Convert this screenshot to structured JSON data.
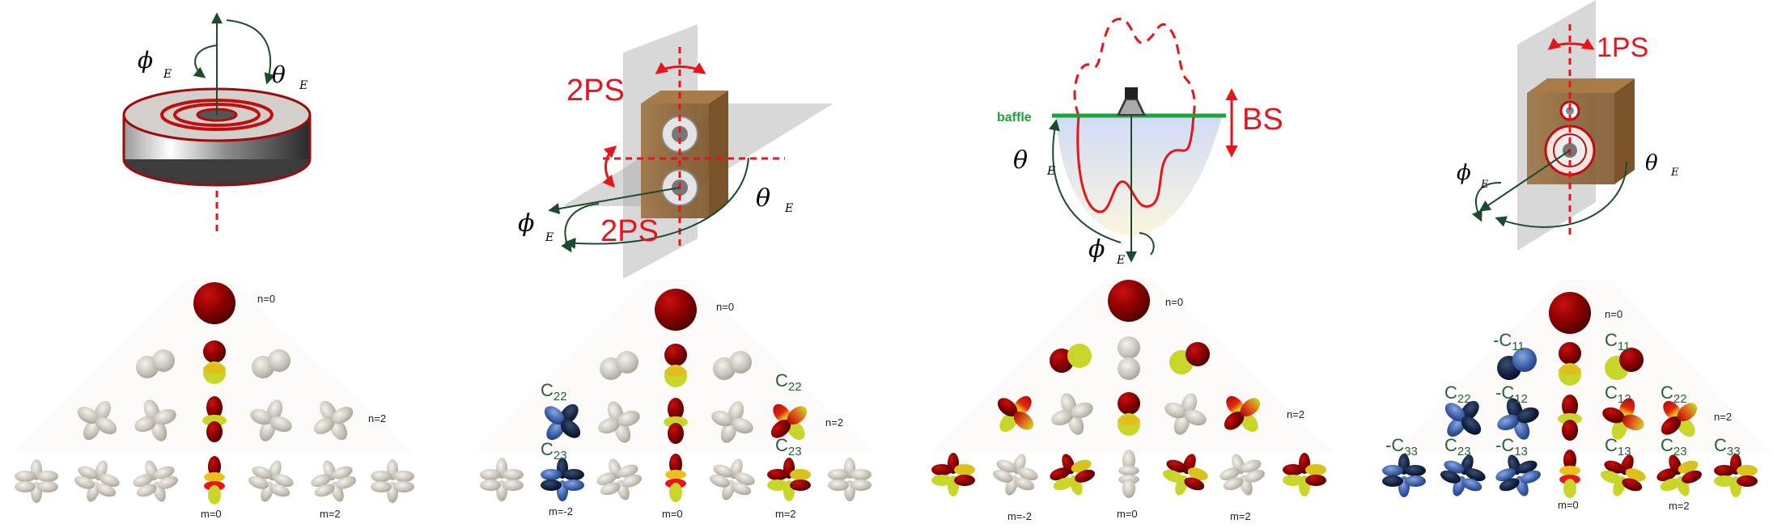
{
  "labels": {
    "phi": "ϕ",
    "theta": "θ",
    "sub_e": "E",
    "two_ps": "2PS",
    "one_ps": "1PS",
    "bs": "BS",
    "baffle": "baffle"
  },
  "pyramid": {
    "n0": "n=0",
    "n2": "n=2",
    "m0": "m=0",
    "m2": "m=2",
    "m_neg2": "m=-2"
  },
  "coeffs": {
    "c11": "C11",
    "neg_c11": "-C11",
    "c12": "C12",
    "neg_c12": "-C12",
    "c13": "C13",
    "neg_c13": "-C13",
    "c22": "C22",
    "c23": "C23",
    "c33": "C33",
    "neg_c33": "-C33"
  },
  "colors": {
    "red_accent": "#e8141c",
    "green_arrow": "#1c4a2e",
    "baffle_green": "#1aa33a",
    "label_green": "#2a5e3a",
    "dark_red": "#7a0000",
    "neutral_gray": "#bdb7ab",
    "blue_lobe": "#3a5ea8",
    "navy_lobe": "#12213f",
    "yellow_lobe": "#c7d629",
    "box_brown": "#8a6236"
  }
}
